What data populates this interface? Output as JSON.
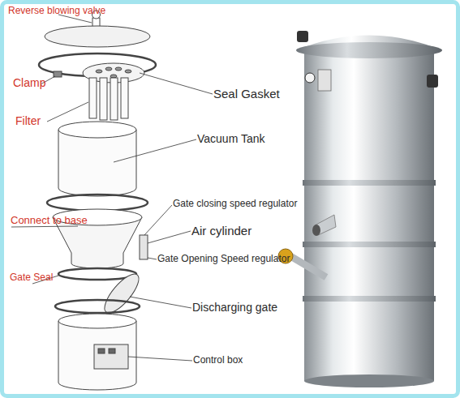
{
  "diagram": {
    "labels": [
      "Reverse blowing valve",
      "Clamp",
      "Seal Gasket",
      "Filter",
      "Vacuum Tank",
      "Gate closing speed regulator",
      "Connect to base",
      "Air cylinder",
      "Gate Opening Speed regulator",
      "Gate Seal",
      "Discharging gate",
      "Control box"
    ]
  }
}
